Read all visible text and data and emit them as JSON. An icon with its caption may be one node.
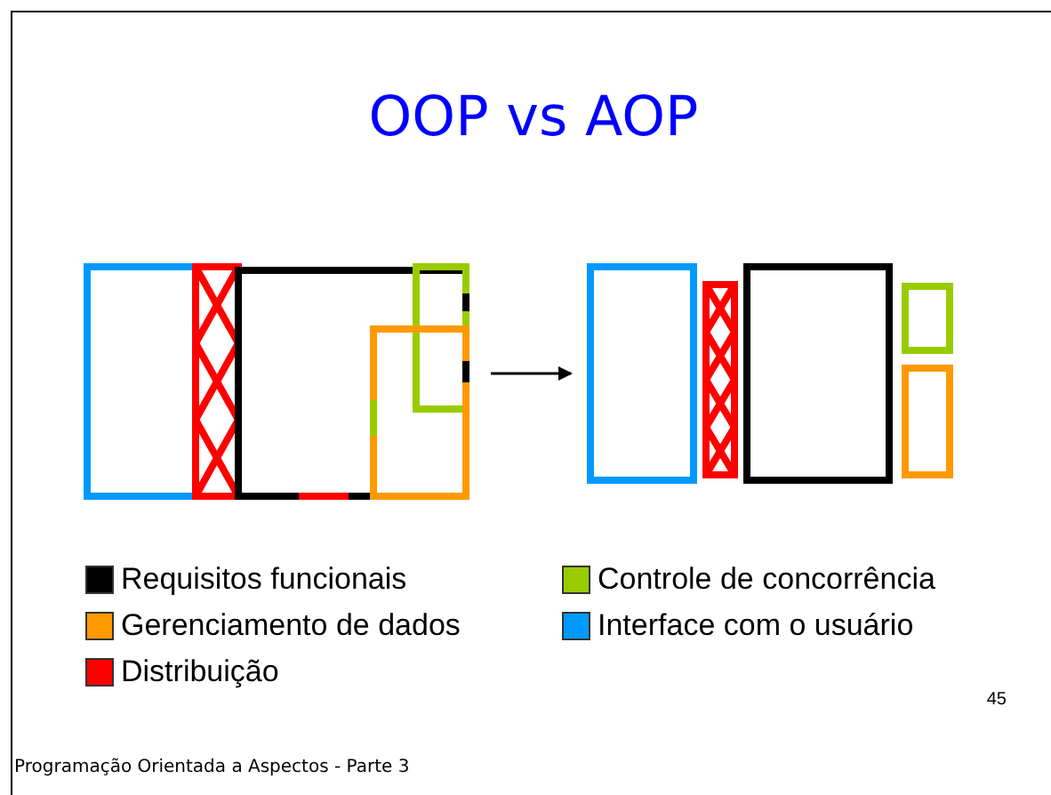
{
  "diagram": {
    "title": "OOP vs AOP",
    "nodes": [
      {
        "text": [],
        "shape": "picture"
      },
      {
        "text": [],
        "shape": "picture"
      }
    ],
    "edges": [
      {
        "from": 0,
        "to": 1,
        "arrow": "to"
      }
    ],
    "labels": [
      "45",
      "Programação Orientada a Aspectos - Parte 3"
    ],
    "legend": [
      {
        "text": "Requisitos funcionais",
        "color": "#000000"
      },
      {
        "text": "Controle de concorrência",
        "color": "#99cc00"
      },
      {
        "text": "Gerenciamento de dados",
        "color": "#ff9900"
      },
      {
        "text": "Interface com o usuário",
        "color": "#0099ff"
      },
      {
        "text": "Distribuição",
        "color": "#ff0000"
      }
    ]
  }
}
